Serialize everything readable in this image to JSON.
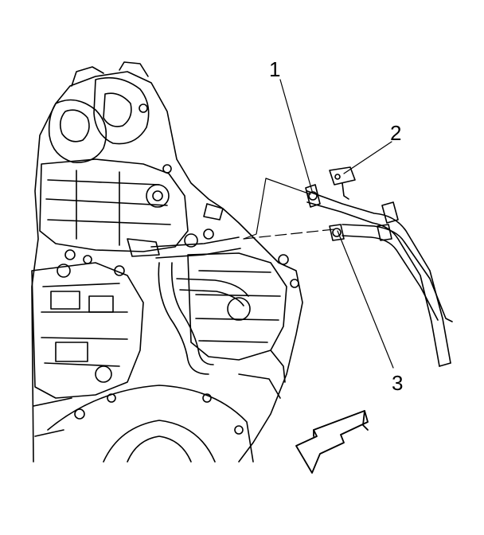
{
  "diagram": {
    "callouts": [
      {
        "id": "1",
        "label": "1"
      },
      {
        "id": "2",
        "label": "2"
      },
      {
        "id": "3",
        "label": "3"
      }
    ],
    "colors": {
      "line": "#000000",
      "background": "#ffffff"
    },
    "icons": [
      "direction-arrow-icon"
    ]
  }
}
